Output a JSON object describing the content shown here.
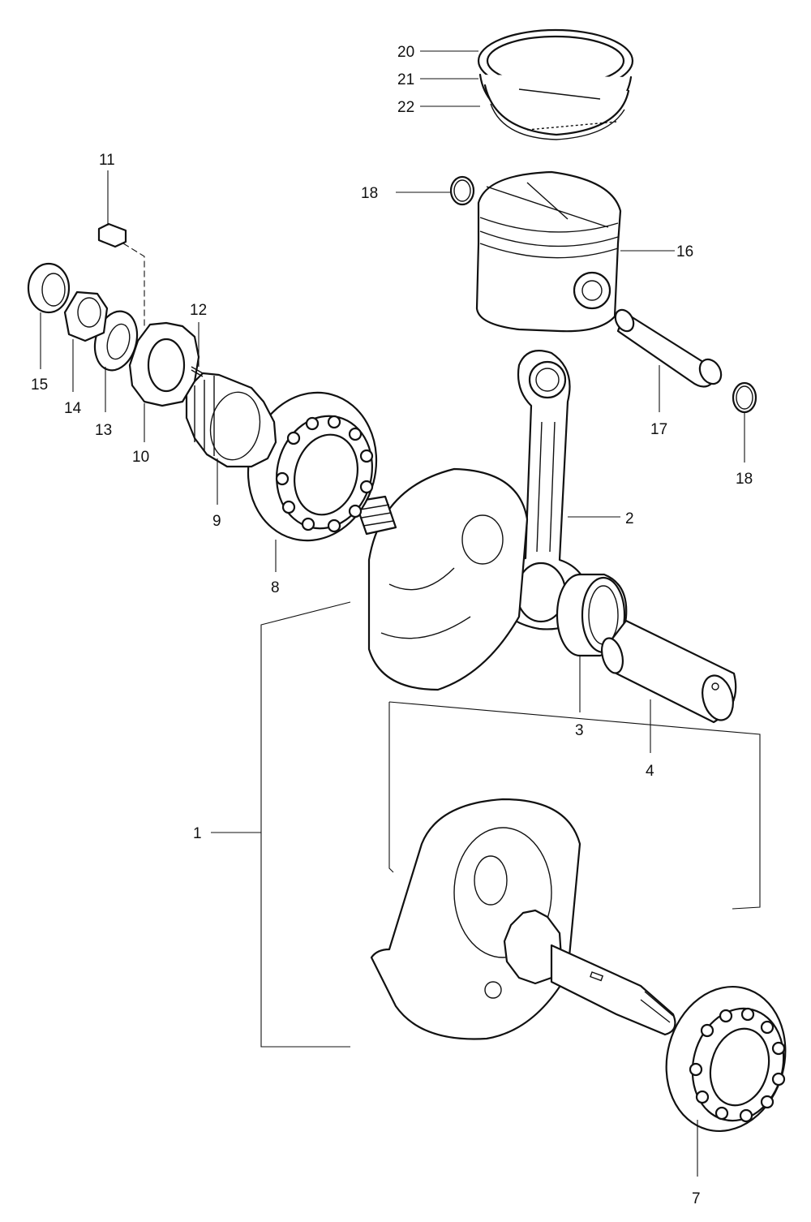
{
  "callouts": [
    {
      "id": "p1",
      "label": "1"
    },
    {
      "id": "p2",
      "label": "2"
    },
    {
      "id": "p3",
      "label": "3"
    },
    {
      "id": "p4",
      "label": "4"
    },
    {
      "id": "p7",
      "label": "7"
    },
    {
      "id": "p8",
      "label": "8"
    },
    {
      "id": "p9",
      "label": "9"
    },
    {
      "id": "p10",
      "label": "10"
    },
    {
      "id": "p11",
      "label": "11"
    },
    {
      "id": "p12",
      "label": "12"
    },
    {
      "id": "p13",
      "label": "13"
    },
    {
      "id": "p14",
      "label": "14"
    },
    {
      "id": "p15",
      "label": "15"
    },
    {
      "id": "p16",
      "label": "16"
    },
    {
      "id": "p17",
      "label": "17"
    },
    {
      "id": "p18a",
      "label": "18"
    },
    {
      "id": "p18b",
      "label": "18"
    },
    {
      "id": "p20",
      "label": "20"
    },
    {
      "id": "p21",
      "label": "21"
    },
    {
      "id": "p22",
      "label": "22"
    }
  ]
}
